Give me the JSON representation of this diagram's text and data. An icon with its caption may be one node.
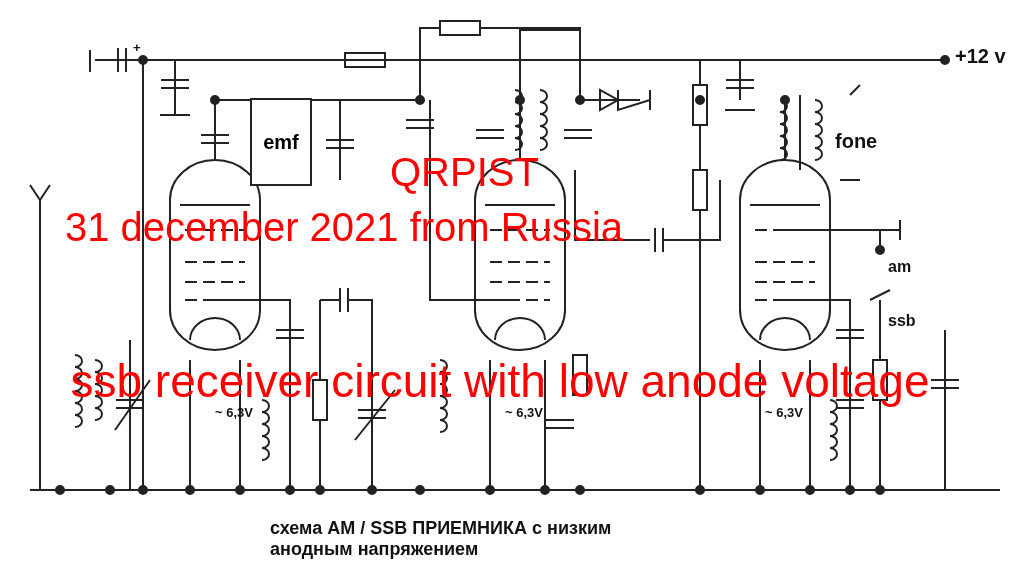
{
  "diagram": {
    "title": "ssb receiver circuit with low anode voltage",
    "caption": "схема AM / SSB ПРИЕМНИКА с низким анодным напряжением",
    "nodes": [
      {
        "text": [
          "emf"
        ]
      }
    ],
    "labels": [
      "QRPIST",
      "31 december 2021 from Russia",
      "+",
      "+12 v",
      "fone",
      "am",
      "ssb",
      "~ 6,3V",
      "~ 6,3V",
      "~ 6,3V"
    ]
  }
}
